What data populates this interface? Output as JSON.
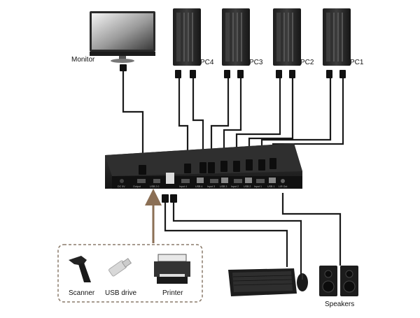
{
  "labels": {
    "monitor": "Monitor",
    "pc4": "PC4",
    "pc3": "PC3",
    "pc2": "PC2",
    "pc1": "PC1",
    "scanner": "Scanner",
    "usb_drive": "USB drive",
    "printer": "Printer",
    "speakers": "Speakers"
  },
  "switch_panel": {
    "ports": [
      "DC 5V",
      "Output",
      "USB 2.0",
      "Input 4",
      "USB 4",
      "Input 3",
      "USB 3",
      "Input 2",
      "USB 2",
      "Input 1",
      "USB 1",
      "L/R Out"
    ]
  },
  "colors": {
    "cable": "#1a1a1a",
    "switch_body": "#2a2a2a",
    "dashed_box": "#8a7a6a",
    "arrow": "#8b6f55"
  },
  "icons": [
    "monitor-icon",
    "pc-tower-icon",
    "kvm-switch-icon",
    "scanner-icon",
    "usb-drive-icon",
    "printer-icon",
    "keyboard-icon",
    "mouse-icon",
    "speakers-icon"
  ]
}
